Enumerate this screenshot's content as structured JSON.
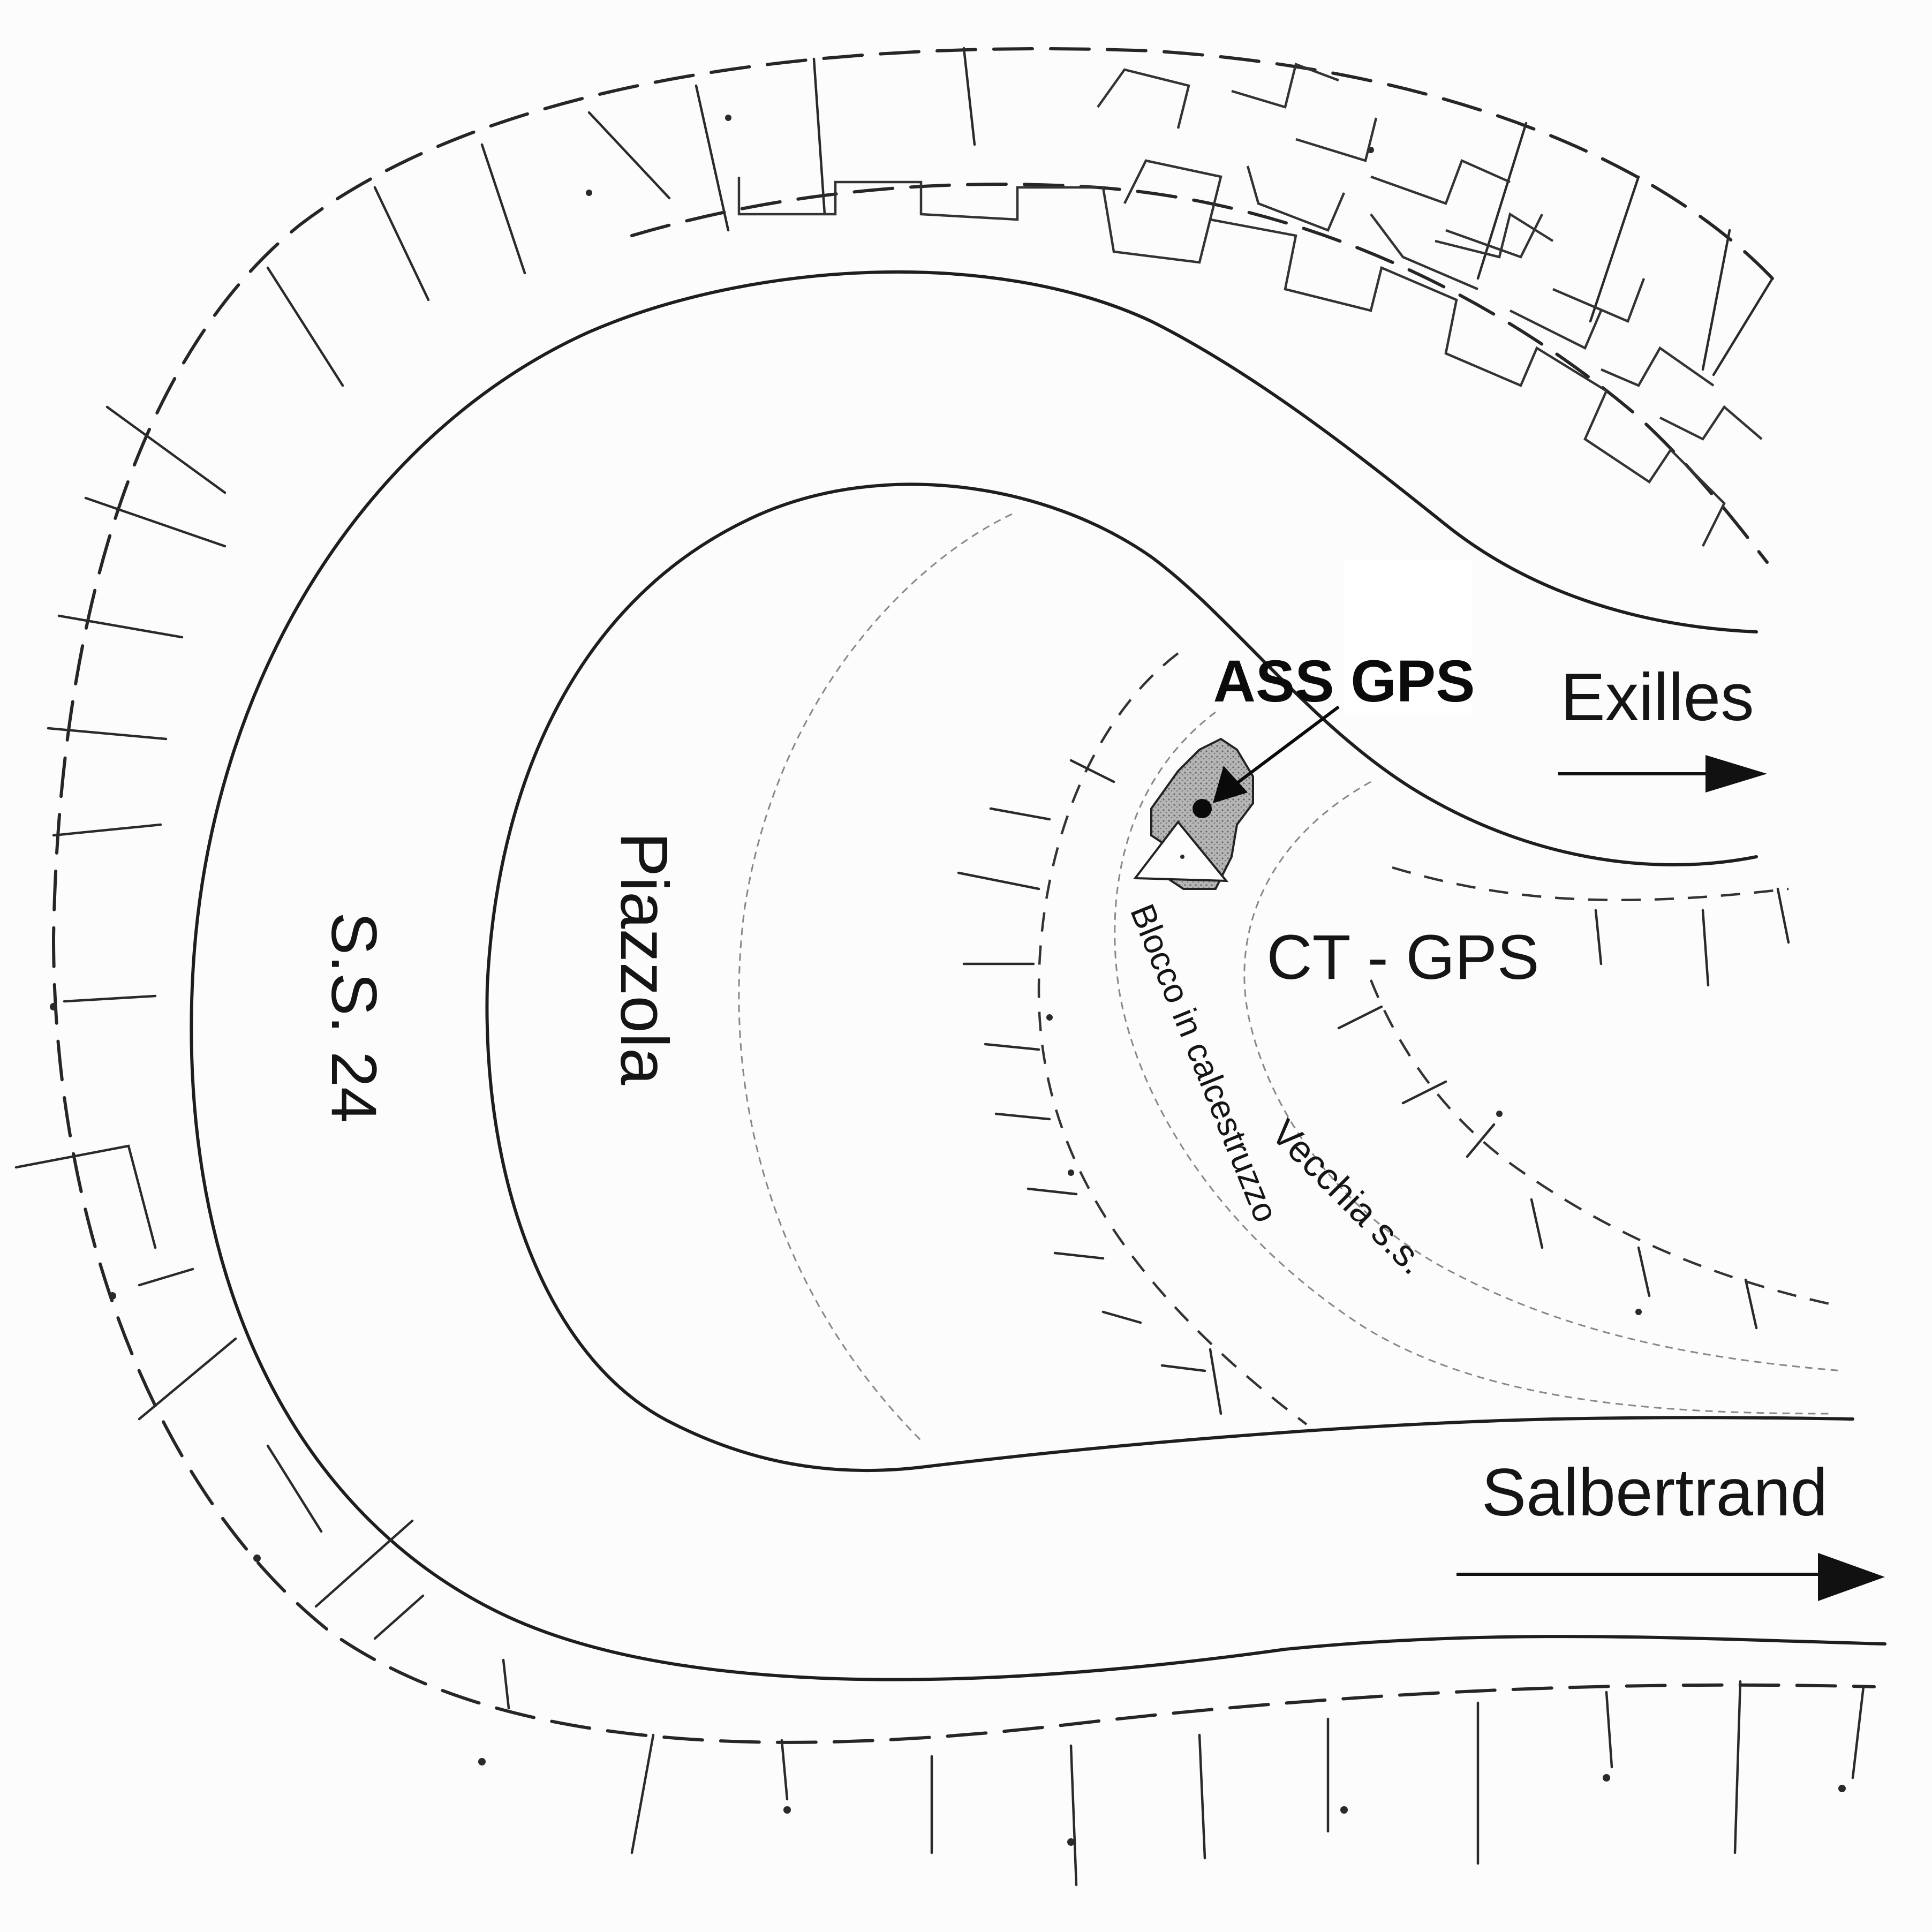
{
  "labels": {
    "main_road": "S.S. 24",
    "square": "Piazzola",
    "gps_ass": "ASS GPS",
    "gps_ct": "CT - GPS",
    "concrete_block": "Blocco in calcestruzzo",
    "old_road": "Vecchia s.s.",
    "town_upper": "Exilles",
    "town_lower": "Salbertrand"
  },
  "symbols": {
    "concrete_block": "stippled-polygon",
    "gps_point": "filled-dot",
    "ct_point": "triangle-marker",
    "direction": "arrow-right"
  }
}
